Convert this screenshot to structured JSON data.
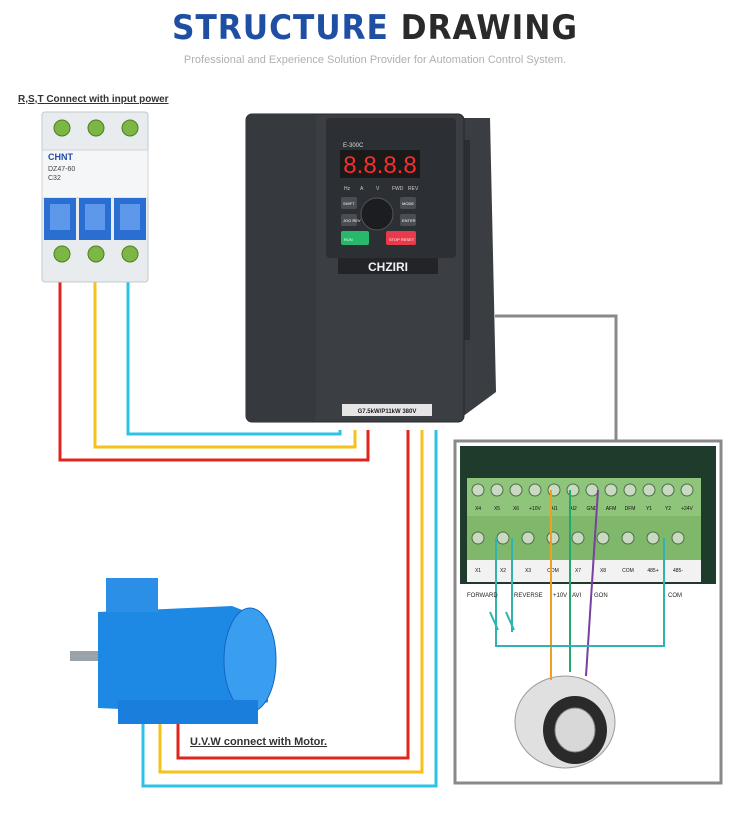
{
  "header": {
    "title_part1": "STRUCTURE",
    "title_part2": "DRAWING",
    "subtitle": "Professional and Experience Solution Provider for Automation Control System."
  },
  "labels": {
    "input_power": "R,S,T  Connect  with  input power",
    "motor": "U.V.W connect with Motor."
  },
  "breaker": {
    "brand": "CHNT",
    "model": "DZ47-60",
    "rating": "C32"
  },
  "inverter": {
    "model": "E-300C",
    "display": "8.8.8.8",
    "indicators": [
      "Hz",
      "A",
      "V",
      "FWD",
      "REV"
    ],
    "keys": [
      "SHIFT",
      "MODE",
      "JOG REV",
      "ENTER",
      "RUN",
      "STOP RESET"
    ],
    "brand": "CHZIRI",
    "power_rating": "G7.5kW/P11kW 380V"
  },
  "control_terminals": {
    "top_row": [
      "X4",
      "X5",
      "X6",
      "+10V",
      "AI1",
      "AI2",
      "GND",
      "AFM",
      "DFM",
      "Y1",
      "Y2",
      "+24V"
    ],
    "bottom_row": [
      "X1",
      "X2",
      "X3",
      "COM",
      "X7",
      "X8",
      "COM",
      "485+",
      "485-"
    ],
    "wire_labels": [
      "FORWARD",
      "REVERSE",
      "+10V",
      "AVI",
      "GON",
      "COM"
    ]
  },
  "colors": {
    "wire_red": "#e0241e",
    "wire_yellow": "#f5c21b",
    "wire_cyan": "#2ec3e6",
    "wire_gray": "#8a8a8a",
    "wire_orange": "#f0a020",
    "wire_green": "#23a86b",
    "wire_purple": "#7a3fa0",
    "accent_blue": "#1f4fa3"
  }
}
